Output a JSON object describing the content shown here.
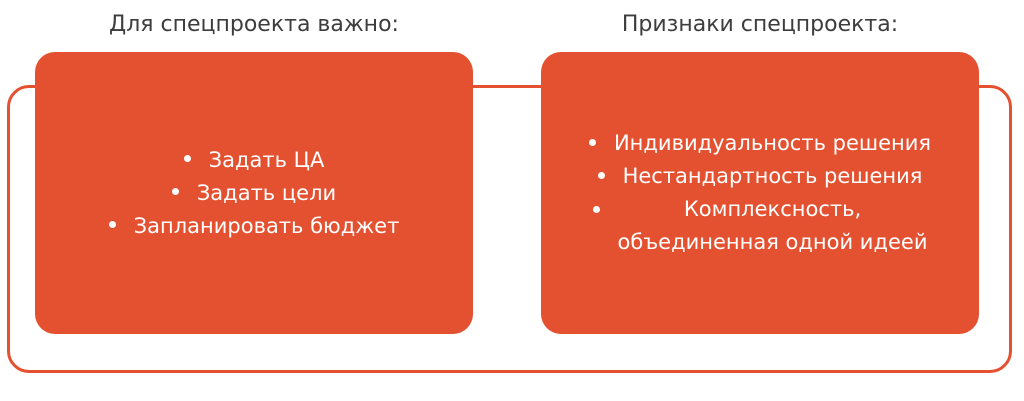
{
  "left_panel": {
    "heading": "Для спецпроекта важно:",
    "items": [
      "Задать ЦА",
      "Задать цели",
      "Запланировать бюджет"
    ]
  },
  "right_panel": {
    "heading": "Признаки спецпроекта:",
    "items": [
      "Индивидуальность решения",
      "Нестандартность решения"
    ],
    "wrapped_item": {
      "line1": "Комплексность,",
      "line2": "объединенная одной идеей"
    }
  },
  "colors": {
    "accent": "#e35130",
    "heading_text": "#3d3d3d",
    "card_text": "#ffffff"
  }
}
